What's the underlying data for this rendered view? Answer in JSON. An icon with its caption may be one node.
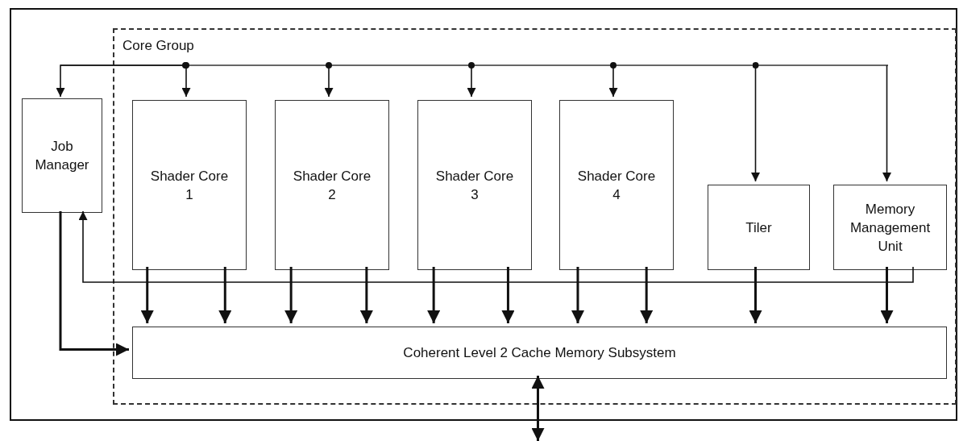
{
  "diagram": {
    "nodes": [
      {
        "text": [],
        "shape": "box"
      },
      {
        "text": [
          "Core Group"
        ],
        "in": 0
      },
      {
        "text": [
          "Job Manager"
        ],
        "in": 0
      },
      {
        "text": [
          "Shader Core 1"
        ],
        "in": 1
      },
      {
        "text": [
          "Shader Core 2"
        ],
        "in": 1
      },
      {
        "text": [
          "Shader Core 3"
        ],
        "in": 1
      },
      {
        "text": [
          "Shader Core 4"
        ],
        "in": 1
      },
      {
        "text": [
          "Tiler"
        ],
        "in": 1
      },
      {
        "text": [
          "Memory Management Unit"
        ],
        "in": 1
      },
      {
        "text": [
          "Coherent Level 2 Cache Memory Subsystem"
        ],
        "in": 1
      }
    ],
    "edges": [
      {
        "from": null,
        "to": 2,
        "arrow": "to"
      },
      {
        "from": null,
        "to": 3,
        "arrow": "to"
      },
      {
        "from": null,
        "to": 4,
        "arrow": "to"
      },
      {
        "from": null,
        "to": 5,
        "arrow": "to"
      },
      {
        "from": null,
        "to": 6,
        "arrow": "to"
      },
      {
        "from": null,
        "to": 7,
        "arrow": "to"
      },
      {
        "from": null,
        "to": 8,
        "arrow": "to"
      },
      {
        "from": 8,
        "to": 2,
        "arrow": "to"
      },
      {
        "from": 2,
        "to": 9,
        "arrow": "to"
      },
      {
        "from": 3,
        "to": 9,
        "arrow": "to"
      },
      {
        "from": 3,
        "to": 9,
        "arrow": "to"
      },
      {
        "from": 4,
        "to": 9,
        "arrow": "to"
      },
      {
        "from": 4,
        "to": 9,
        "arrow": "to"
      },
      {
        "from": 5,
        "to": 9,
        "arrow": "to"
      },
      {
        "from": 5,
        "to": 9,
        "arrow": "to"
      },
      {
        "from": 6,
        "to": 9,
        "arrow": "to"
      },
      {
        "from": 6,
        "to": 9,
        "arrow": "to"
      },
      {
        "from": 7,
        "to": 9,
        "arrow": "to"
      },
      {
        "from": 8,
        "to": 9,
        "arrow": "to"
      },
      {
        "from": 9,
        "to": null,
        "arrow": "both"
      }
    ]
  }
}
